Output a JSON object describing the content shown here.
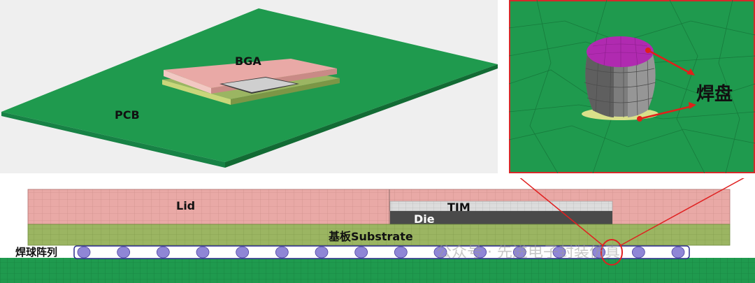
{
  "labels": {
    "bga": "BGA",
    "pcb": "PCB",
    "solder_pad": "焊盘",
    "lid": "Lid",
    "tim": "TIM",
    "die": "Die",
    "substrate": "基板Substrate",
    "ball_array": "焊球阵列"
  },
  "watermark": "公众号 · 先进电子封装仿真",
  "colors": {
    "pcb_green": "#1f9a4e",
    "lid_pink": "#e9a9a6",
    "substrate_olive": "#9bb562",
    "die_dark": "#4a4a4a",
    "tim_gray": "#d8d8d8",
    "solder_ball": "#8f86d6",
    "pad_magenta": "#b02ab0",
    "arrow_red": "#e0201a",
    "callout_red": "#e02020"
  },
  "solder_ball_count": 16
}
